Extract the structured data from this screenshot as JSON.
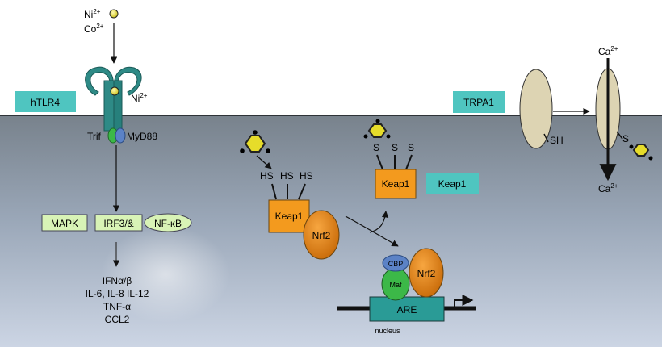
{
  "labels": {
    "ions_top": "Ni",
    "ions_top_sup": "2+",
    "ions_top2": "Co",
    "ions_top2_sup": "2+",
    "receptor_label": "hTLR4",
    "ni_bound": "Ni",
    "ni_bound_sup": "2+",
    "trif": "Trif",
    "myd88": "MyD88",
    "trpa1": "TRPA1",
    "ca_top": "Ca",
    "ca_top_sup": "2+",
    "ca_bottom": "Ca",
    "ca_bottom_sup": "2+",
    "sh": "SH",
    "s_bound": "S",
    "mapk": "MAPK",
    "irf": "IRF3/&",
    "nfkb": "NF-κB",
    "cytokines": [
      "IFNα/β",
      "IL-6, IL-8 IL-12",
      "TNF-α",
      "CCL2"
    ],
    "hs": "HS",
    "s": "S",
    "keap1": "Keap1",
    "keap1_legend": "Keap1",
    "nrf2": "Nrf2",
    "cbp": "CBP",
    "maf": "Maf",
    "are": "ARE",
    "nucleus": "nucleus"
  },
  "colors": {
    "background_top": "#ffffff",
    "cytoplasm_top": "#7d8791",
    "cytoplasm_bottom": "#cfd8e6",
    "teal_label": "#4fc5c0",
    "receptor": "#2e8a86",
    "keap1": "#f39a1e",
    "nrf2": "#e07e10",
    "green_box": "#d8f3b6",
    "maf": "#3cb848",
    "cbp": "#5b82c6",
    "are": "#2a9b96",
    "channel": "#ddd4b3",
    "ion_yellow": "#e6dc2a"
  }
}
